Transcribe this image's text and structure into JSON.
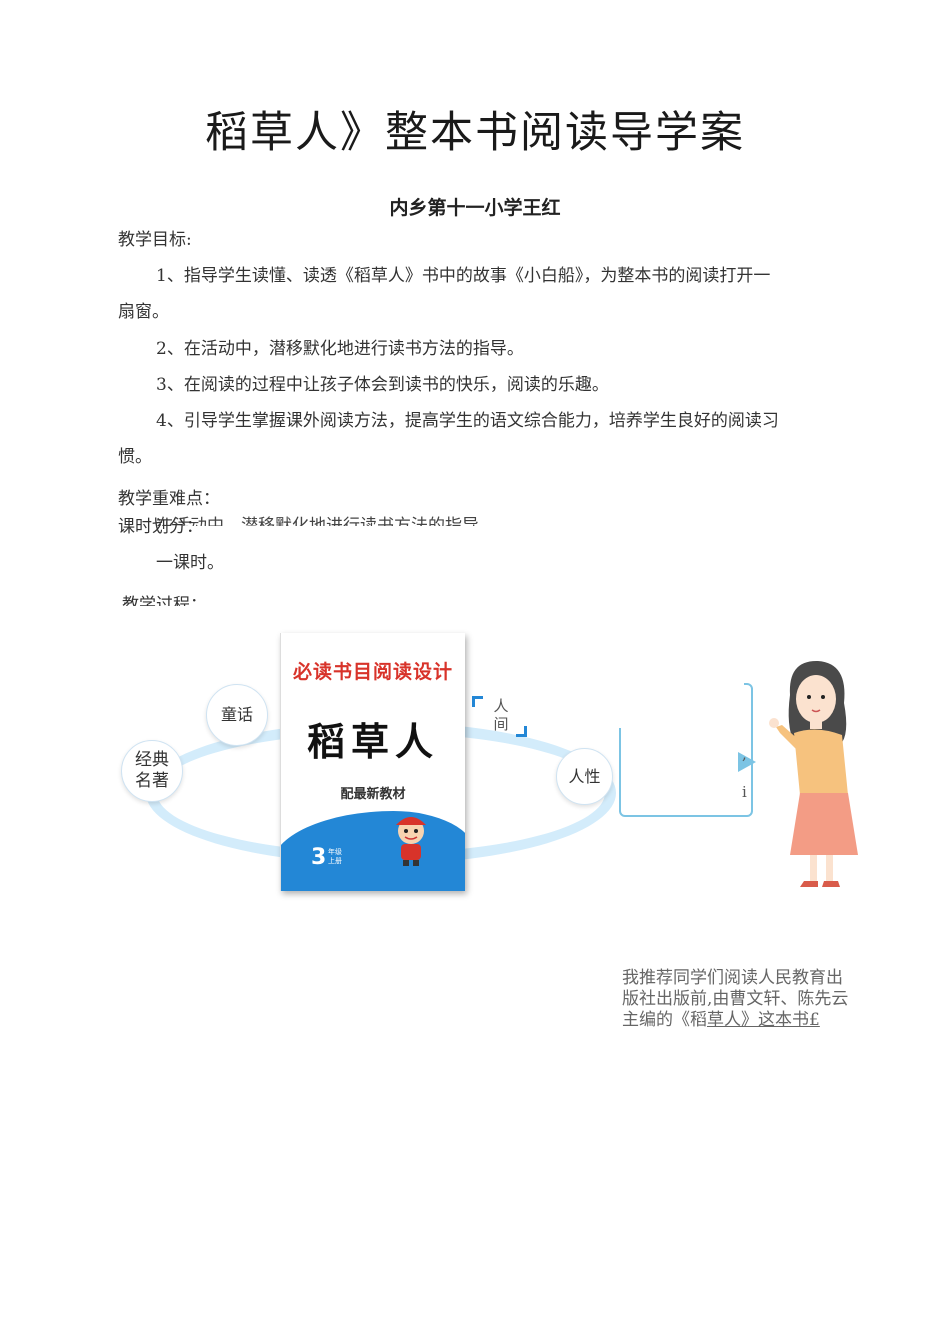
{
  "doc": {
    "title": "稻草人》整本书阅读导学案",
    "author": "内乡第十一小学王红",
    "goals_heading": "教学目标:",
    "goals": [
      "1、指导学生读懂、读透《稻草人》书中的故事《小白船》，为整本书的阅读打开一",
      "扇窗。",
      "2、在活动中，潜移默化地进行读书方法的指导。",
      "3、在阅读的过程中让孩子体会到读书的快乐，阅读的乐趣。",
      "4、引导学生掌握课外阅读方法，提高学生的语文综合能力，培养学生良好的阅读习",
      "惯。"
    ],
    "key_points_heading": "教学重难点：",
    "key_points_text": "在活动中，潜移默化地进行读书方法的指导",
    "hours_heading": "课时划分：",
    "hours_text": "一课时。",
    "process_heading": "教学过程："
  },
  "figure": {
    "bubbles": {
      "classic": "经典\n名著",
      "fairy": "童话",
      "humanity": "人性",
      "world": "人\n间"
    },
    "book": {
      "header": "必读书目阅读设计",
      "title": "稻草人",
      "subtitle": "配最新教材",
      "grade": "3",
      "grade_note": "年级\n上册"
    },
    "speech_marks": ",\ni",
    "recommendation": {
      "text": "我推荐同学们阅读人民教育出版社出版前,由曹文轩、陈先云主编的《稻",
      "underlined": "草人》这本书£"
    }
  },
  "colors": {
    "ring": "#d3ecfb",
    "book_blue": "#2387d6",
    "book_header_red": "#d8332a",
    "speech_border": "#7cc4e4"
  }
}
